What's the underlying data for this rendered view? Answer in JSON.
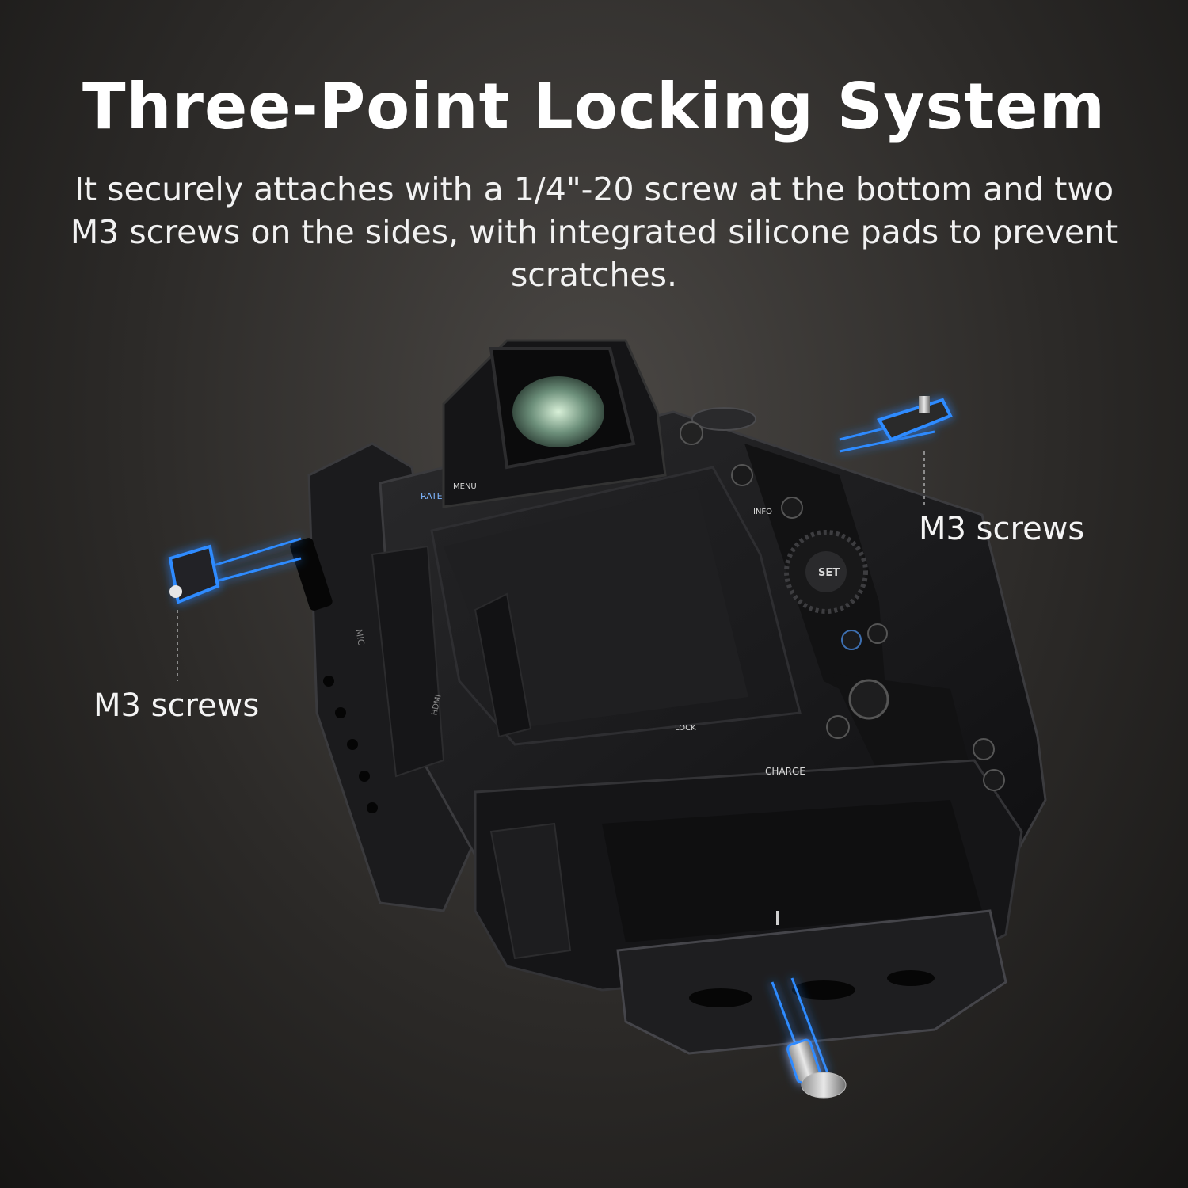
{
  "header": {
    "title": "Three-Point Locking System",
    "subtitle": "It securely attaches with a 1/4\"-20 screw at the bottom and two M3 screws on the sides, with integrated silicone pads to prevent scratches."
  },
  "callouts": {
    "right_label": "M3 screws",
    "left_label": "M3 screws"
  },
  "camera": {
    "buttons": {
      "rate": "RATE",
      "menu": "MENU",
      "info": "INFO",
      "set": "SET",
      "charge": "CHARGE",
      "lock": "LOCK",
      "mic": "MIC",
      "hdmi": "HDMI"
    }
  },
  "colors": {
    "glow": "#2f8bff",
    "background_center": "#4a4744",
    "background_edge": "#161514"
  }
}
